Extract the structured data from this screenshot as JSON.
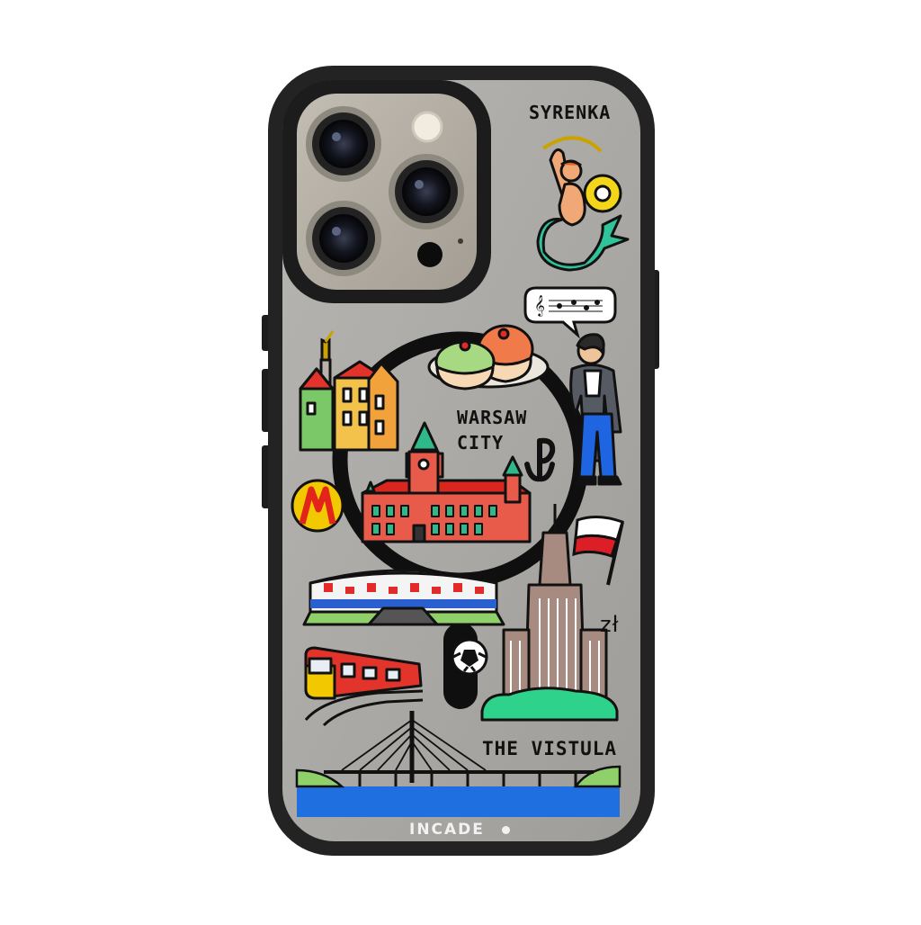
{
  "labels": {
    "top_right": "SYRENKA",
    "center_line1": "WARSAW",
    "center_line2": "CITY",
    "bottom": "THE VISTULA",
    "currency": "zł",
    "brand": "INCADE"
  },
  "colors": {
    "case_frame": "#232323",
    "back_plate": "#a9a7a3",
    "camera_island": "#b3aea5",
    "magsafe_ring": "#0f0f0f",
    "poland_red": "#dc1f26",
    "river_blue": "#1f6fe0",
    "grass_green": "#8fd06a"
  },
  "icons": [
    "camera-lens-icon",
    "flash-icon",
    "mermaid-icon",
    "music-bubble-icon",
    "donut-plate-icon",
    "chopin-figure-icon",
    "old-town-houses-icon",
    "sigismund-column-icon",
    "royal-castle-icon",
    "anchor-symbol-icon",
    "metro-m-icon",
    "polish-flag-icon",
    "stadium-icon",
    "palace-of-culture-icon",
    "tram-icon",
    "football-icon",
    "bridge-icon"
  ]
}
